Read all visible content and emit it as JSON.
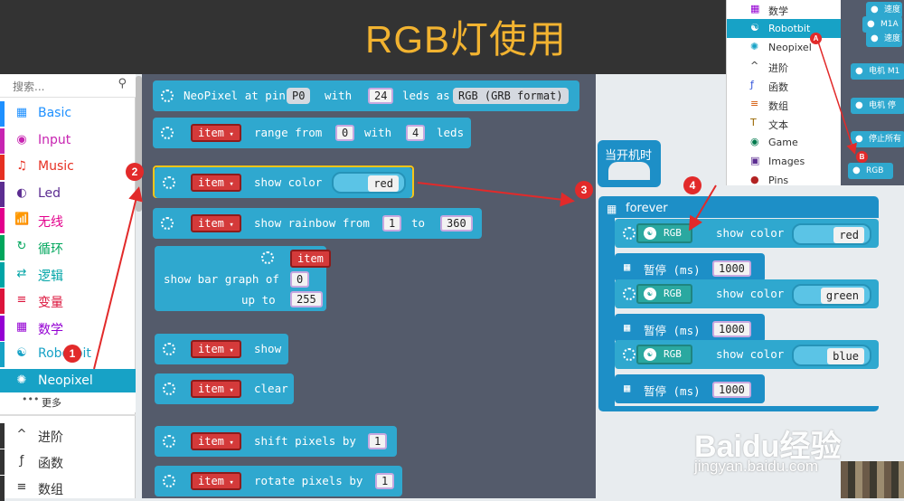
{
  "banner": {
    "title": "RGB灯使用"
  },
  "toolbox": {
    "search_placeholder": "搜索...",
    "categories": [
      {
        "label": "Basic",
        "color": "#1e90ff",
        "icon": "▦"
      },
      {
        "label": "Input",
        "color": "#c724b1",
        "icon": "◉"
      },
      {
        "label": "Music",
        "color": "#e63022",
        "icon": "♫"
      },
      {
        "label": "Led",
        "color": "#5c2d91",
        "icon": "◐"
      },
      {
        "label": "无线",
        "color": "#e3008c",
        "icon": "📶"
      },
      {
        "label": "循环",
        "color": "#00a65c",
        "icon": "↻"
      },
      {
        "label": "逻辑",
        "color": "#00a4a6",
        "icon": "⇄"
      },
      {
        "label": "变量",
        "color": "#dc143c",
        "icon": "≡"
      },
      {
        "label": "数学",
        "color": "#9400d3",
        "icon": "▦"
      },
      {
        "label": "Robotbit",
        "color": "#17a2c6",
        "icon": "☯"
      },
      {
        "label": "Neopixel",
        "color": "#17a2c6",
        "icon": "✺"
      }
    ],
    "more_label": "更多",
    "advanced": [
      {
        "label": "进阶",
        "icon": "^"
      },
      {
        "label": "函数",
        "icon": "ƒ"
      },
      {
        "label": "数组",
        "icon": "≡"
      }
    ]
  },
  "flyout": {
    "b1": {
      "p1": "NeoPixel at pin",
      "pin": "P0",
      "p2": "with",
      "n": "24",
      "p3": "leds as",
      "fmt": "RGB (GRB format)"
    },
    "b2": {
      "item": "item",
      "p1": "range from",
      "n1": "0",
      "p2": "with",
      "n2": "4",
      "p3": "leds"
    },
    "b3": {
      "item": "item",
      "p1": "show color",
      "color": "red"
    },
    "b4": {
      "item": "item",
      "p1": "show rainbow from",
      "n1": "1",
      "p2": "to",
      "n2": "360"
    },
    "b5": {
      "item": "item",
      "p1": "show bar graph of",
      "n1": "0",
      "p2": "up to",
      "n2": "255"
    },
    "b6": {
      "item": "item",
      "p1": "show"
    },
    "b7": {
      "item": "item",
      "p1": "clear"
    },
    "b8": {
      "item": "item",
      "p1": "shift pixels by",
      "n1": "1"
    },
    "b9": {
      "item": "item",
      "p1": "rotate pixels by",
      "n1": "1"
    }
  },
  "workspace": {
    "start_label": "当开机时",
    "forever_label": "forever",
    "rows": [
      {
        "type": "color",
        "var": "RGB",
        "label": "show color",
        "color": "red"
      },
      {
        "type": "pause",
        "label": "暂停 (ms)",
        "value": "1000"
      },
      {
        "type": "color",
        "var": "RGB",
        "label": "show color",
        "color": "green"
      },
      {
        "type": "pause",
        "label": "暂停 (ms)",
        "value": "1000"
      },
      {
        "type": "color",
        "var": "RGB",
        "label": "show color",
        "color": "blue"
      },
      {
        "type": "pause",
        "label": "暂停 (ms)",
        "value": "1000"
      }
    ]
  },
  "inset": {
    "rows": [
      {
        "label": "数学"
      },
      {
        "label": "Robotbit"
      },
      {
        "label": "Neopixel"
      },
      {
        "label": "进阶"
      },
      {
        "label": "函数"
      },
      {
        "label": "数组"
      },
      {
        "label": "文本"
      },
      {
        "label": "Game"
      },
      {
        "label": "Images"
      },
      {
        "label": "Pins"
      }
    ],
    "mini_blocks": [
      "速度",
      "M1A",
      "速度",
      "电机 M1",
      "电机 停",
      "停止所有",
      "RGB"
    ]
  },
  "annotations": [
    "1",
    "2",
    "3",
    "4",
    "A",
    "B"
  ],
  "watermark": {
    "brand": "Baidu经验",
    "url": "jingyan.baidu.com"
  }
}
